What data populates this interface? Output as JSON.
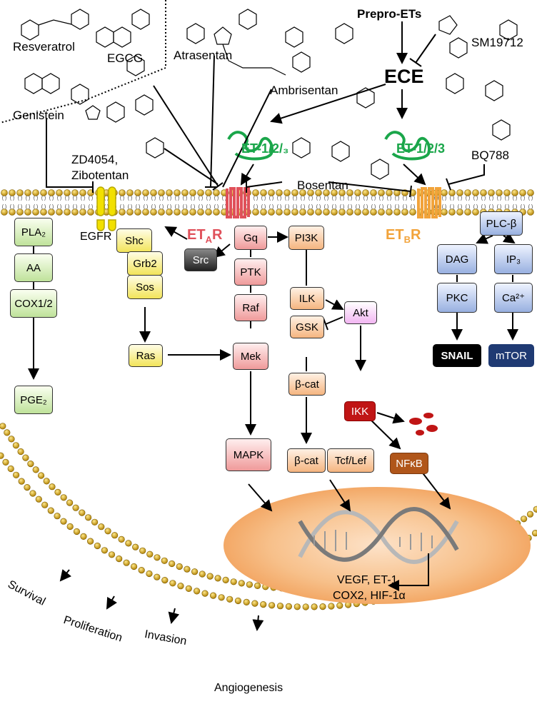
{
  "inhibitors": {
    "resveratrol": "Resveratrol",
    "egcg": "EGCG",
    "genistein": "Genistein",
    "atrasentan": "Atrasentan",
    "ambrisentan": "Ambrisentan",
    "zibotentan_line1": "ZD4054,",
    "zibotentan_line2": "Zibotentan",
    "bosentan": "Bosentan",
    "sm19712": "SM19712",
    "bq788": "BQ788"
  },
  "ligands": {
    "prepro": "Prepro-ETs",
    "ece": "ECE",
    "et_left": "ET-1/2/₃",
    "et_right": "ET-1/2/3"
  },
  "receptors": {
    "egfr": "EGFR",
    "eta_main": "ET",
    "eta_sub": "A",
    "eta_tail": "R",
    "etb_main": "ET",
    "etb_sub": "B",
    "etb_tail": "R"
  },
  "nodes": {
    "pla2": "PLA₂",
    "aa": "AA",
    "cox": "COX1/2",
    "pge2": "PGE₂",
    "shc": "Shc",
    "grb2": "Grb2",
    "sos": "Sos",
    "ras": "Ras",
    "src": "Src",
    "gq": "Gq",
    "ptk": "PTK",
    "raf": "Raf",
    "mek": "Mek",
    "mapk": "MAPK",
    "pi3k": "PI3K",
    "ilk": "ILK",
    "gsk": "GSK",
    "bcat1": "β-cat",
    "bcat2": "β-cat",
    "tcf": "Tcf/Lef",
    "akt": "Akt",
    "ikk": "IKK",
    "nfkb": "NFκB",
    "plcb": "PLC-β",
    "dag": "DAG",
    "ip3": "IP₃",
    "pkc": "PKC",
    "ca": "Ca²⁺",
    "snail": "SNAIL",
    "mtor": "mTOR"
  },
  "nucleus": {
    "line1": "VEGF, ET-1",
    "line2": "COX2, HIF-1α"
  },
  "outcomes": {
    "survival": "Survival",
    "proliferation": "Proliferation",
    "invasion": "Invasion",
    "angiogenesis": "Angiogenesis"
  },
  "colors": {
    "et_ligand": "#1aa64a",
    "eta": "#e0505a",
    "etb": "#f2a33a",
    "egfr": "#f2e000",
    "membrane_head": "#c8a020"
  }
}
